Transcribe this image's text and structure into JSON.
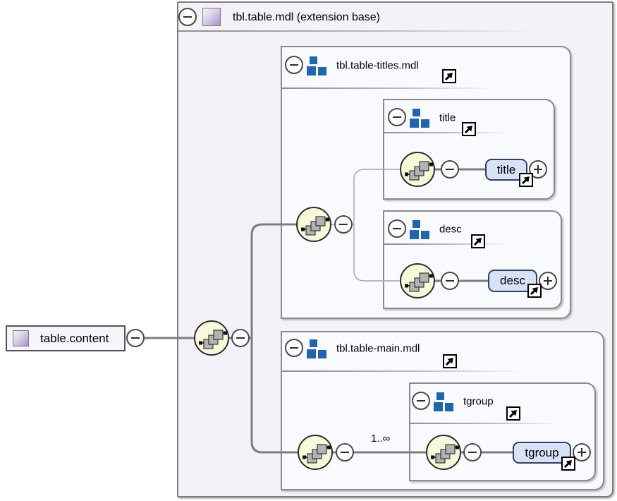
{
  "diagram": {
    "base_label": "tbl.table.mdl (extension base)",
    "root_label": "table.content",
    "titles_group_label": "tbl.table-titles.mdl",
    "title_group_label": "title",
    "desc_group_label": "desc",
    "main_group_label": "tbl.table-main.mdl",
    "tgroup_group_label": "tgroup",
    "title_element_label": "title",
    "desc_element_label": "desc",
    "tgroup_element_label": "tgroup",
    "tgroup_cardinality": "1..∞",
    "icons": {
      "collapse": "minus-circle",
      "expand": "plus-circle",
      "sequence": "sequence-compositor",
      "group": "blue-squares-group-icon",
      "complex_type": "purple-gradient-square",
      "link": "northeast-arrow"
    },
    "colors": {
      "outer_fill": "#f4f1f9",
      "group_fill": "#f8fafd",
      "element_fill": "#d8e2f6",
      "element_border": "#33415e",
      "sequence_fill": "#f8f8da",
      "group_icon_blue": "#2166ad",
      "wire_gray": "#7d7d7d"
    }
  }
}
